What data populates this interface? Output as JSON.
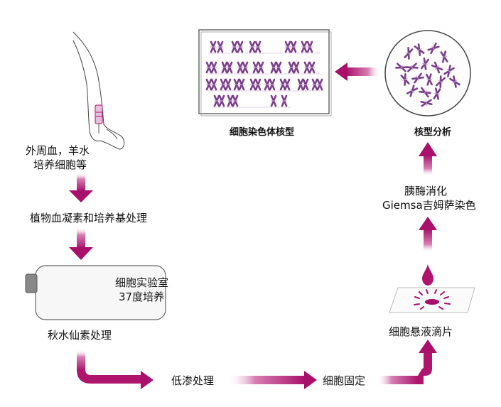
{
  "steps": {
    "blood_line1": "外周血，羊水",
    "blood_line2": "培养细胞等",
    "pha_treatment": "植物血凝素和培养基处理",
    "culture_line1": "细胞实验室",
    "culture_line2": "37度培养",
    "colchicine": "秋水仙素处理",
    "hypotonic": "低渗处理",
    "fixation": "细胞固定",
    "drop_slide": "细胞悬液滴片",
    "digest_line1": "胰酶消化",
    "digest_line2": "Giemsa吉姆萨染色",
    "karyotype_analysis": "核型分析",
    "karyotype_result": "细胞染色体核型"
  },
  "colors": {
    "arrow_magenta": "#b0156e",
    "chromosome_purple": "#7a3f8a"
  }
}
